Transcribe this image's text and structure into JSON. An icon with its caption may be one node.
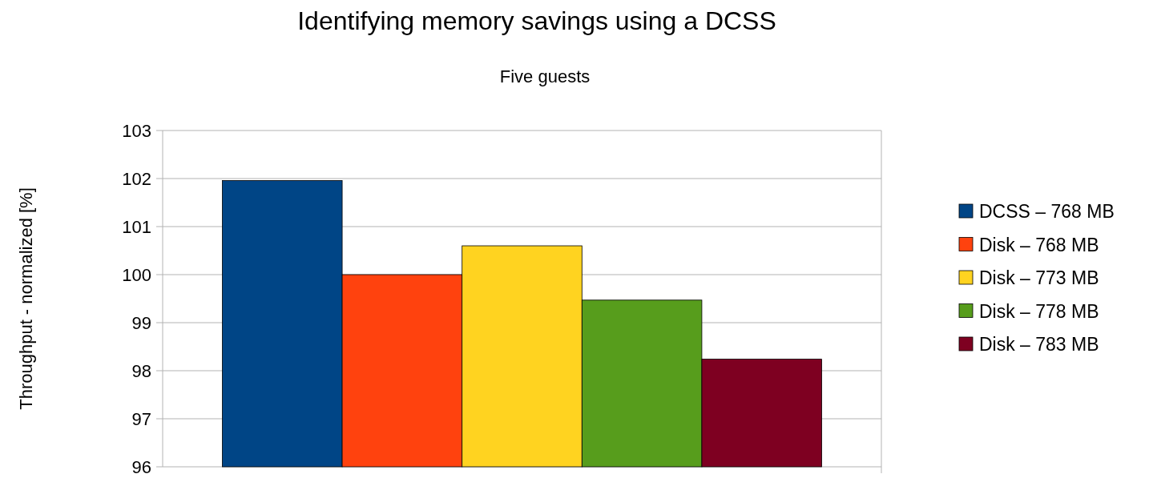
{
  "diagram": {
    "title": "Identifying memory savings using a DCSS",
    "chart_data": {
      "type": "bar",
      "title": "Five guests",
      "ylabel": "Throughput - normalized  [%]",
      "categories": [
        null
      ],
      "ylim": [
        96,
        103
      ],
      "yticks": [
        96,
        97,
        98,
        99,
        100,
        101,
        102,
        103
      ],
      "grid": true,
      "legend": "right",
      "series": [
        {
          "name": "DCSS – 768 MB",
          "color": "#004586",
          "values": [
            101.96
          ]
        },
        {
          "name": "Disk – 768 MB",
          "color": "#ff420e",
          "values": [
            100.0
          ]
        },
        {
          "name": "Disk – 773 MB",
          "color": "#ffd320",
          "values": [
            100.6
          ]
        },
        {
          "name": "Disk – 778 MB",
          "color": "#579d1c",
          "values": [
            99.47
          ]
        },
        {
          "name": "Disk – 783 MB",
          "color": "#7e0021",
          "values": [
            98.24
          ]
        }
      ]
    }
  }
}
